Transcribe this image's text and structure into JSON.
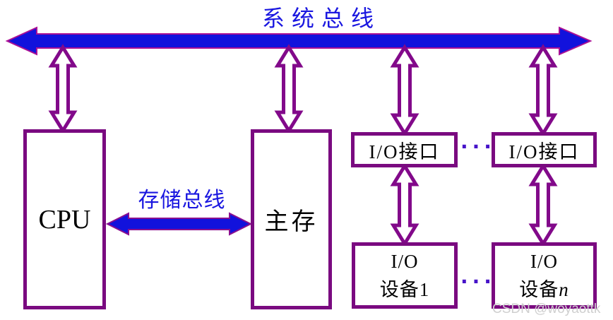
{
  "diagram": {
    "system_bus_label": "系统总线",
    "memory_bus_label": "存储总线",
    "cpu_label": "CPU",
    "main_memory_label": "主存",
    "io_interface1_label": "I/O接口",
    "io_interface2_label": "I/O接口",
    "io_device1_line1": "I/O",
    "io_device1_line2": "设备1",
    "io_deviceN_line1": "I/O",
    "io_deviceN_line2_prefix": "设备",
    "io_deviceN_line2_var": "n",
    "ellipsis_interfaces": "···",
    "ellipsis_devices": "···"
  },
  "watermark": "CSDN @woyaottk",
  "colors": {
    "bus_blue": "#1212dc",
    "bus_outline_magenta": "#aa1095",
    "memory_bus_outline": "#8a0f8f",
    "arrow_purple": "#82098a",
    "arrow_fill": "#ffffff",
    "box_border_purple": "#7a0a80",
    "label_blue": "#1a17e0",
    "text_black": "#000000",
    "dots_color": "#4613c9",
    "watermark_gray": "#cfcfcf"
  }
}
